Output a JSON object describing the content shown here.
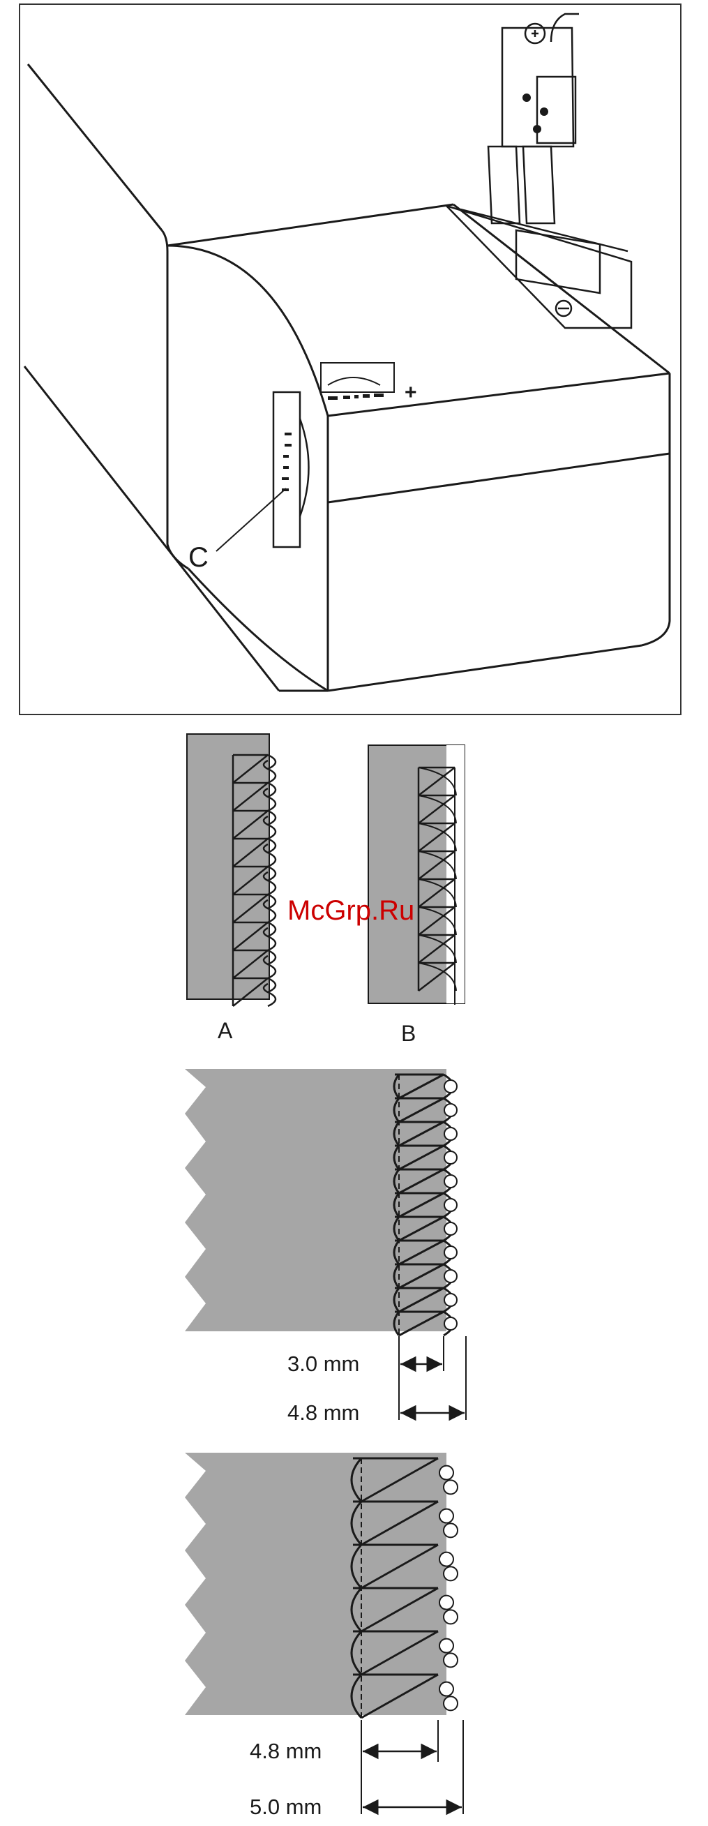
{
  "figure1": {
    "callout_label": "C",
    "dial_plus": "+"
  },
  "figure2": {
    "label_a": "A",
    "label_b": "B"
  },
  "watermark": "McGrp.Ru",
  "figure3": {
    "dim_inner": "3.0 mm",
    "dim_outer": "4.8 mm"
  },
  "figure4": {
    "dim_inner": "4.8 mm",
    "dim_outer": "5.0 mm"
  },
  "colors": {
    "fabric": "#a6a6a6",
    "line": "#1a1a1a",
    "watermark": "#cc0000"
  }
}
